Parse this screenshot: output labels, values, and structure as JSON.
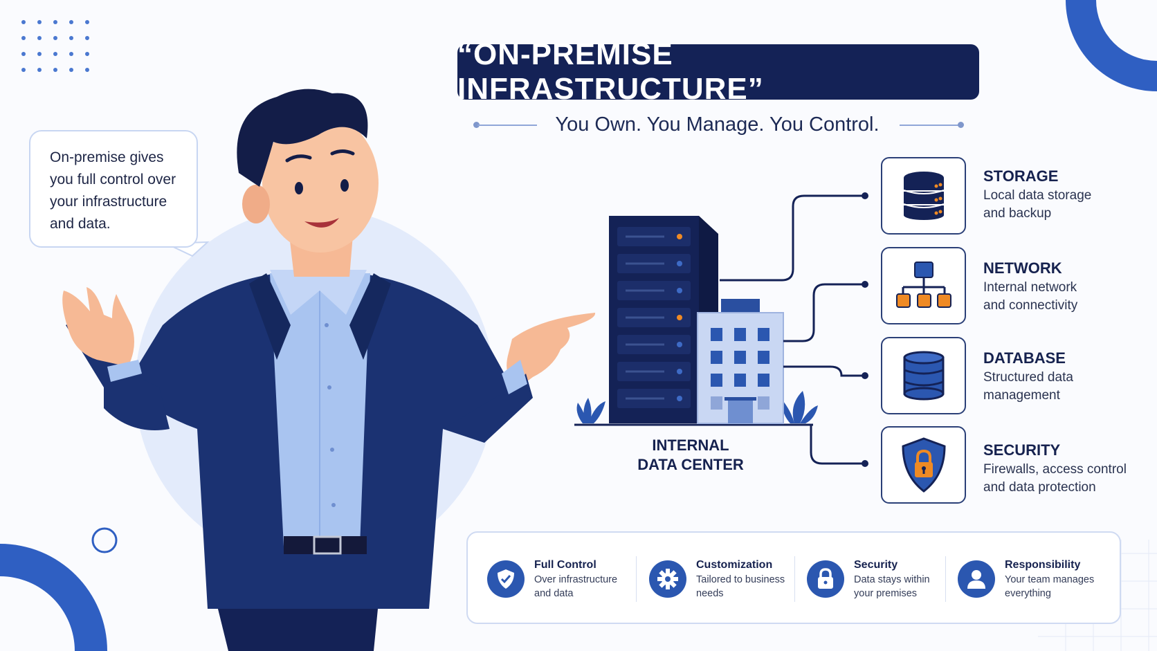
{
  "header": {
    "title": "“ON-PREMISE INFRASTRUCTURE”",
    "subtitle": "You Own. You Manage. You Control."
  },
  "speech_bubble": {
    "lines": [
      "On-premise gives",
      "you full control over",
      "your infrastructure",
      "and data."
    ]
  },
  "data_center": {
    "label_line1": "INTERNAL",
    "label_line2": "DATA CENTER"
  },
  "features": [
    {
      "icon": "database-stack-icon",
      "title": "STORAGE",
      "desc_line1": "Local data storage",
      "desc_line2": "and backup"
    },
    {
      "icon": "network-hierarchy-icon",
      "title": "NETWORK",
      "desc_line1": "Internal network",
      "desc_line2": "and connectivity"
    },
    {
      "icon": "database-cylinder-icon",
      "title": "DATABASE",
      "desc_line1": "Structured data",
      "desc_line2": "management"
    },
    {
      "icon": "shield-lock-icon",
      "title": "SECURITY",
      "desc_line1": "Firewalls, access control",
      "desc_line2": "and data protection"
    }
  ],
  "benefits": [
    {
      "icon": "shield-check-icon",
      "title": "Full Control",
      "desc_line1": "Over infrastructure",
      "desc_line2": "and data"
    },
    {
      "icon": "gear-icon",
      "title": "Customization",
      "desc_line1": "Tailored to business",
      "desc_line2": "needs"
    },
    {
      "icon": "padlock-icon",
      "title": "Security",
      "desc_line1": "Data stays within",
      "desc_line2": "your premises"
    },
    {
      "icon": "user-icon",
      "title": "Responsibility",
      "desc_line1": "Your team manages",
      "desc_line2": "everything"
    }
  ],
  "colors": {
    "navy": "#142256",
    "blue_accent": "#2b57b0",
    "orange_accent": "#ef8a24",
    "light_blue": "#e3ebfb"
  }
}
